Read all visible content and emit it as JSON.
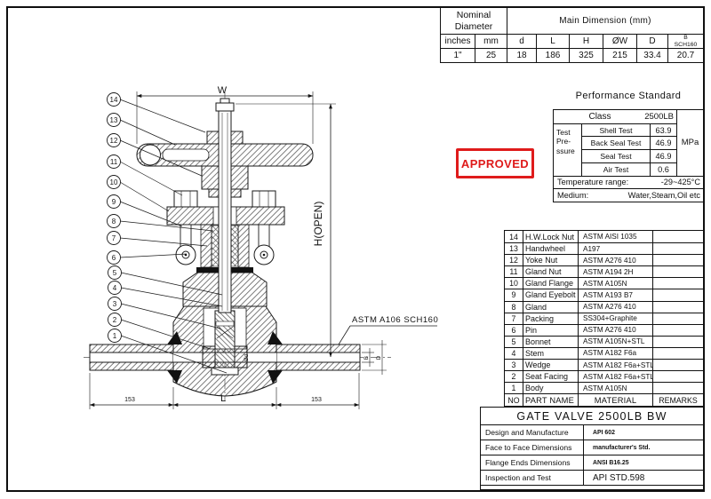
{
  "top_table": {
    "group_headers": [
      "Nominal Diameter",
      "Main Dimension (mm)"
    ],
    "sub_headers": [
      "inches",
      "mm",
      "d",
      "L",
      "H",
      "ØW",
      "D",
      "B SCH160"
    ],
    "values": [
      "1\"",
      "25",
      "18",
      "186",
      "325",
      "215",
      "33.4",
      "20.7"
    ]
  },
  "performance": {
    "title": "Performance Standard",
    "class_label": "Class",
    "class_value": "2500LB",
    "pressure_label": "Test\nPre-\nssure",
    "tests": [
      {
        "name": "Shell Test",
        "value": "63.9"
      },
      {
        "name": "Back Seal Test",
        "value": "46.9"
      },
      {
        "name": "Seal Test",
        "value": "46.9"
      },
      {
        "name": "Air Test",
        "value": "0.6"
      }
    ],
    "unit": "MPa",
    "temp_label": "Temperature range:",
    "temp_value": "-29~425°C",
    "medium_label": "Medium:",
    "medium_value": "Water,Steam,Oil etc"
  },
  "stamp": {
    "label": "APPROVED",
    "color": "#df1b1b"
  },
  "parts": {
    "header": {
      "no": "NO",
      "name": "PART NAME",
      "material": "MATERIAL",
      "remarks": "REMARKS"
    },
    "rows": [
      {
        "no": "14",
        "name": "H.W.Lock Nut",
        "material": "ASTM AISI 1035"
      },
      {
        "no": "13",
        "name": "Handwheel",
        "material": "A197"
      },
      {
        "no": "12",
        "name": "Yoke Nut",
        "material": "ASTM A276 410"
      },
      {
        "no": "11",
        "name": "Gland Nut",
        "material": "ASTM A194 2H"
      },
      {
        "no": "10",
        "name": "Gland Flange",
        "material": "ASTM A105N"
      },
      {
        "no": "9",
        "name": "Gland Eyebolt",
        "material": "ASTM A193 B7"
      },
      {
        "no": "8",
        "name": "Gland",
        "material": "ASTM A276 410"
      },
      {
        "no": "7",
        "name": "Packing",
        "material": "SS304+Graphite"
      },
      {
        "no": "6",
        "name": "Pin",
        "material": "ASTM A276 410"
      },
      {
        "no": "5",
        "name": "Bonnet",
        "material": "ASTM A105N+STL"
      },
      {
        "no": "4",
        "name": "Stem",
        "material": "ASTM A182 F6a"
      },
      {
        "no": "3",
        "name": "Wedge",
        "material": "ASTM A182 F6a+STL"
      },
      {
        "no": "2",
        "name": "Seat Facing",
        "material": "ASTM A182 F6a+STL"
      },
      {
        "no": "1",
        "name": "Body",
        "material": "ASTM A105N"
      }
    ]
  },
  "title_block": {
    "title": "GATE VALVE 2500LB BW",
    "rows": [
      {
        "label": "Design and Manufacture",
        "value": "API 602"
      },
      {
        "label": "Face to Face Dimensions",
        "value": "manufacturer's Std."
      },
      {
        "label": "Flange Ends Dimensions",
        "value": "ANSI B16.25"
      },
      {
        "label": "Inspection and Test",
        "value": "API STD.598"
      }
    ]
  },
  "drawing": {
    "balloons": [
      "14",
      "13",
      "12",
      "11",
      "10",
      "9",
      "8",
      "7",
      "6",
      "5",
      "4",
      "3",
      "2",
      "1"
    ],
    "dim_w": "W",
    "dim_h": "H(OPEN)",
    "dim_l": "L",
    "dim_153_left": "153",
    "dim_153_right": "153",
    "dim_b": "B",
    "dim_d": "D",
    "dim_od": "Ød",
    "pipe_label": "ASTM A106 SCH160"
  }
}
